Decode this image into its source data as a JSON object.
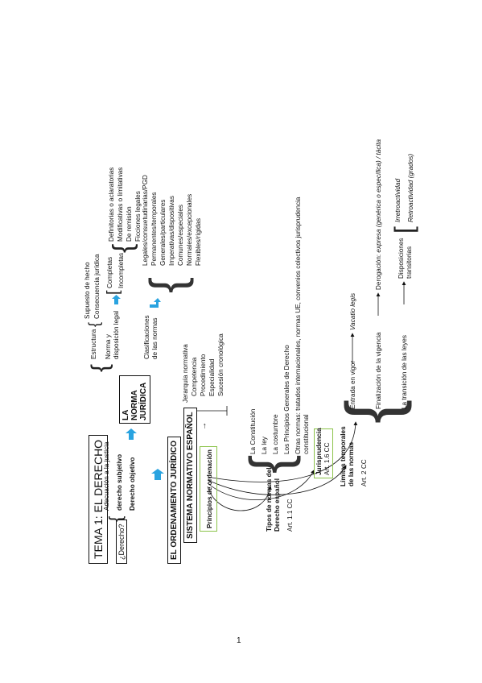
{
  "title": "TEMA 1: EL DERECHO",
  "derecho_q": "¿Derecho?",
  "adecuacion": "Adecuación a la justicia",
  "subjetivo": "derecho subjetivo",
  "objetivo": "Derecho objetivo",
  "norma": "LA NORMA JURÍDICA",
  "estructura": "Estructura",
  "supuesto": "Supuesto de hecho",
  "consecuencia": "Consecuencia jurídica",
  "norma_disp_1": "Norma y",
  "norma_disp_2": "disposición legal",
  "completas": "Completas",
  "incompletas": "Incompletas",
  "incompletas_items": [
    "Definitorias o aclaratorias",
    "Modificativas o limitativas",
    "De remisión",
    "Ficciones legales"
  ],
  "clasif_1": "Clasificaciones",
  "clasif_2": "de las normas",
  "clasificaciones": [
    "Legales/consuetudinarias/PGD",
    "Permanentes/temporales",
    "Generales/particulares",
    "Imperativas/dispositivas",
    "Comunes/especiales",
    "Normales/excepcionales",
    "Flexibles/rígidas"
  ],
  "ordenamiento": "EL ORDENAMIENTO JURÍDICO",
  "sistema": "SISTEMA NORMATIVO ESPAÑOL",
  "principios": "Principios de ordenación",
  "principios_items": [
    "Jerarquía normativa",
    "Competencia",
    "Procedimiento",
    "Especialidad",
    "Sucesión cronológica"
  ],
  "tipos_1": "Tipos de normas del",
  "tipos_2": "Derecho español",
  "art_11": "Art. 1.1 CC",
  "fuentes": [
    "La Constitución",
    "La ley",
    "La costumbre",
    "Los Principios Generales de Derecho"
  ],
  "otras_1": "Otras normas: tratados internacionales, normas UE, convenios colectivos jurisprudencia",
  "otras_2": "constitucional",
  "jurisprudencia": "Jurisprudencia",
  "art_16": "Art. 1.6 CC",
  "limites_1": "Límites temporales",
  "limites_2": "de las normas",
  "art_2": "Art. 2 CC",
  "entrada": "Entrada en vigor",
  "vacatio": "Vacatio legis",
  "finalizacion": "Finalización de la vigencia",
  "derogacion_prefix": "Derogación: ",
  "derogacion_rest": "expresa (genérica o específica) / tácita",
  "transicion": "La transición de las leyes",
  "disp_1": "Disposiciones",
  "disp_2": "transitorias",
  "irretro": "Irretroactividad",
  "retro": "Retroactividad (grados)",
  "page_number": "1",
  "colors": {
    "arrow": "#29a3e0",
    "green": "#8bc34a"
  },
  "icons": [
    "arrow-right-icon",
    "arrow-down-icon",
    "curved-arrow-icon"
  ]
}
